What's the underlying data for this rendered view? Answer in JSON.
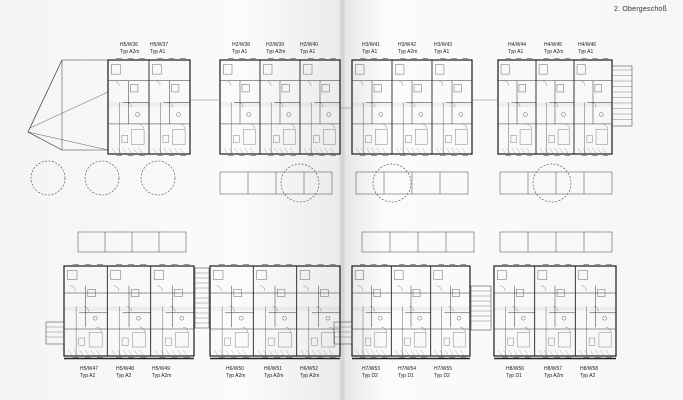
{
  "header": {
    "floor_label": "2. Obergeschoß"
  },
  "upper_row": {
    "block_1": [
      {
        "unit": "H5/W36",
        "type": "Typ A2m"
      },
      {
        "unit": "H5/W37",
        "type": "Typ A1"
      }
    ],
    "block_2": [
      {
        "unit": "H2/W38",
        "type": "Typ A1"
      },
      {
        "unit": "H2/W39",
        "type": "Typ A2m"
      },
      {
        "unit": "H2/W40",
        "type": "Typ A1"
      }
    ],
    "block_3": [
      {
        "unit": "H3/W41",
        "type": "Typ A1"
      },
      {
        "unit": "H3/W42",
        "type": "Typ A2m"
      },
      {
        "unit": "H3/W43",
        "type": "Typ A1"
      }
    ],
    "block_4": [
      {
        "unit": "H4/W44",
        "type": "Typ A1"
      },
      {
        "unit": "H4/W45",
        "type": "Typ A2m"
      },
      {
        "unit": "H4/W46",
        "type": "Typ A1"
      }
    ]
  },
  "lower_row": {
    "block_1": [
      {
        "unit": "H5/W47",
        "type": "Typ A2"
      },
      {
        "unit": "H5/W48",
        "type": "Typ A2"
      },
      {
        "unit": "H5/W49",
        "type": "Typ A2m"
      }
    ],
    "block_2": [
      {
        "unit": "H6/W50",
        "type": "Typ A2m"
      },
      {
        "unit": "H6/W51",
        "type": "Typ A2m"
      },
      {
        "unit": "H6/W52",
        "type": "Typ A2m"
      }
    ],
    "block_3": [
      {
        "unit": "H7/W53",
        "type": "Typ D2"
      },
      {
        "unit": "H7/W54",
        "type": "Typ D1"
      },
      {
        "unit": "H7/W55",
        "type": "Typ D2"
      }
    ],
    "block_4": [
      {
        "unit": "H8/W56",
        "type": "Typ D1"
      },
      {
        "unit": "H8/W57",
        "type": "Typ A2m"
      },
      {
        "unit": "H8/W58",
        "type": "Typ A2"
      }
    ]
  }
}
